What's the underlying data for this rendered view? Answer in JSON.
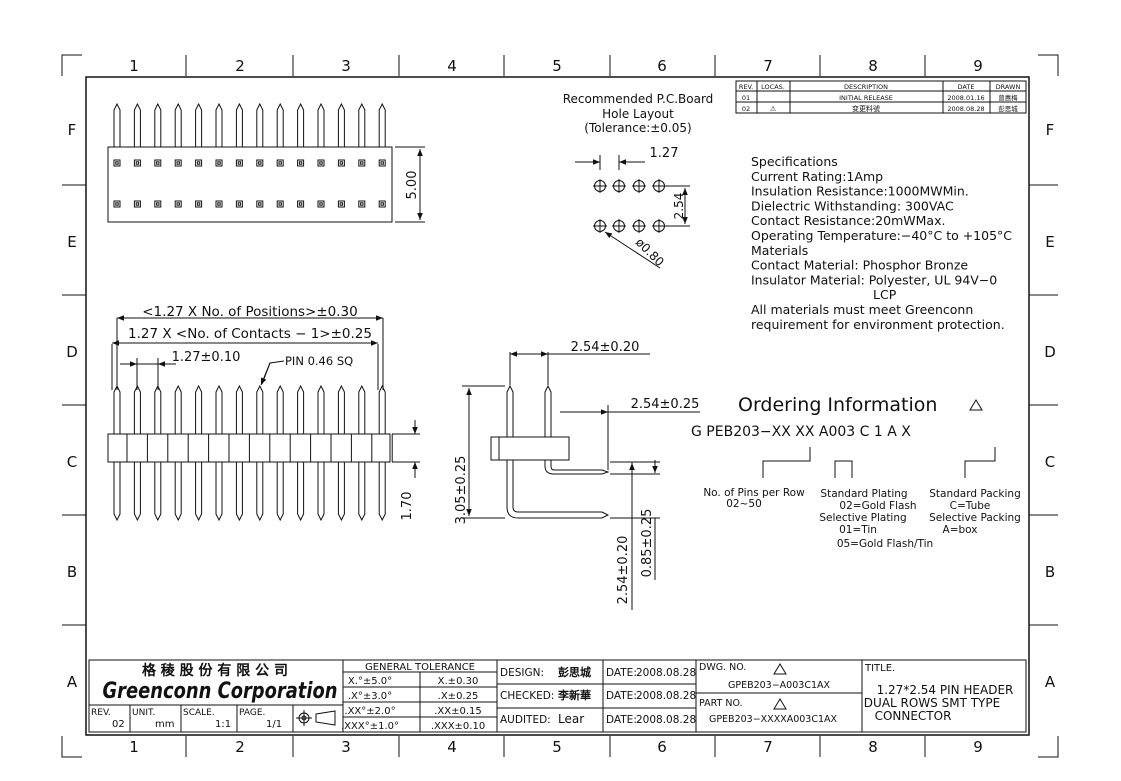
{
  "frame": {
    "columns": [
      "1",
      "2",
      "3",
      "4",
      "5",
      "6",
      "7",
      "8",
      "9"
    ],
    "rows": [
      "F",
      "E",
      "D",
      "C",
      "B",
      "A"
    ]
  },
  "revision_table": {
    "headers": [
      "REV.",
      "LOCAS.",
      "DESCRIPTION",
      "DATE",
      "DRAWN"
    ],
    "rows": [
      {
        "rev": "01",
        "locas": "",
        "description": "INITIAL RELEASE",
        "date": "2008.01.16",
        "drawn": "曾惠梅"
      },
      {
        "rev": "02",
        "locas": "⚠",
        "description": "变更料號",
        "date": "2008.08.28",
        "drawn": "彭思城"
      }
    ]
  },
  "pcb_layout": {
    "title_lines": [
      "Recommended  P.C.Board",
      "Hole  Layout",
      "(Tolerance:±0.05)"
    ],
    "pitch": "1.27",
    "row_pitch": "2.54",
    "hole_dia": "ø0.80"
  },
  "specifications": {
    "lines": [
      "Specifications",
      "Current  Rating:1Amp",
      "Insulation  Resistance:1000MWMin.",
      "Dielectric  Withstanding:   300VAC",
      "Contact  Resistance:20mWMax.",
      "Operating  Temperature:−40°C  to  +105°C",
      "Materials",
      "Contact  Material:  Phosphor  Bronze",
      "Insulator  Material:  Polyester,  UL  94V−0",
      "LCP",
      "All  materials  must  meet  Greenconn",
      "requirement  for  environment  protection."
    ]
  },
  "top_view": {
    "height_dim": "5.00"
  },
  "front_view": {
    "dim_positions": "<1.27  X  No.  of  Positions>±0.30",
    "dim_contacts": "1.27  X  <No.  of  Contacts  −  1>±0.25",
    "dim_pitch": "1.27±0.10",
    "pin_label": "PIN  0.46  SQ",
    "dim_height": "1.70"
  },
  "side_view": {
    "dim_top": "2.54±0.20",
    "dim_right": "2.54±0.25",
    "dim_vertical": "3.05±0.25",
    "dim_low1": "2.54±0.20",
    "dim_low2": "0.85±0.25"
  },
  "ordering": {
    "title": "Ordering  Information",
    "part_code": "G  PEB203−XX    XX    A003  C  1  A  X",
    "pins_label": [
      "No.  of  Pins  per  Row",
      "02~50"
    ],
    "plating_label": [
      "Standard  Plating",
      "02=Gold  Flash",
      "Selective  Plating",
      "01=Tin",
      "05=Gold  Flash/Tin"
    ],
    "packing_label": [
      "Standard  Packing",
      "C=Tube",
      "Selective  Packing",
      "A=box"
    ]
  },
  "title_block": {
    "company_cn": "格 稜 股 份 有 限 公 司",
    "company_en": "Greenconn Corporation",
    "rev_label": "REV.",
    "rev_value": "02",
    "unit_label": "UNIT.",
    "unit_value": "mm",
    "scale_label": "SCALE.",
    "scale_value": "1:1",
    "page_label": "PAGE.",
    "page_value": "1/1",
    "tolerance_title": "GENERAL  TOLERANCE",
    "tolerance_rows": [
      [
        "X.°±5.0°",
        "X.±0.30"
      ],
      [
        ".X°±3.0°",
        ".X±0.25"
      ],
      [
        ".XX°±2.0°",
        ".XX±0.15"
      ],
      [
        ".XXX°±1.0°",
        ".XXX±0.10"
      ]
    ],
    "design_label": "DESIGN:",
    "design_name": "彭思城",
    "checked_label": "CHECKED:",
    "checked_name": "李新華",
    "audited_label": "AUDITED:",
    "audited_name": "Lear",
    "date_label": "DATE:",
    "date_value": "2008.08.28",
    "dwg_label": "DWG.  NO.",
    "dwg_value": "GPEB203−A003C1AX",
    "part_label": "PART  NO.",
    "part_value": "GPEB203−XXXXA003C1AX",
    "title_label": "TITLE.",
    "title_lines": [
      "1.27*2.54  PIN  HEADER",
      "DUAL  ROWS  SMT  TYPE",
      "CONNECTOR"
    ]
  }
}
